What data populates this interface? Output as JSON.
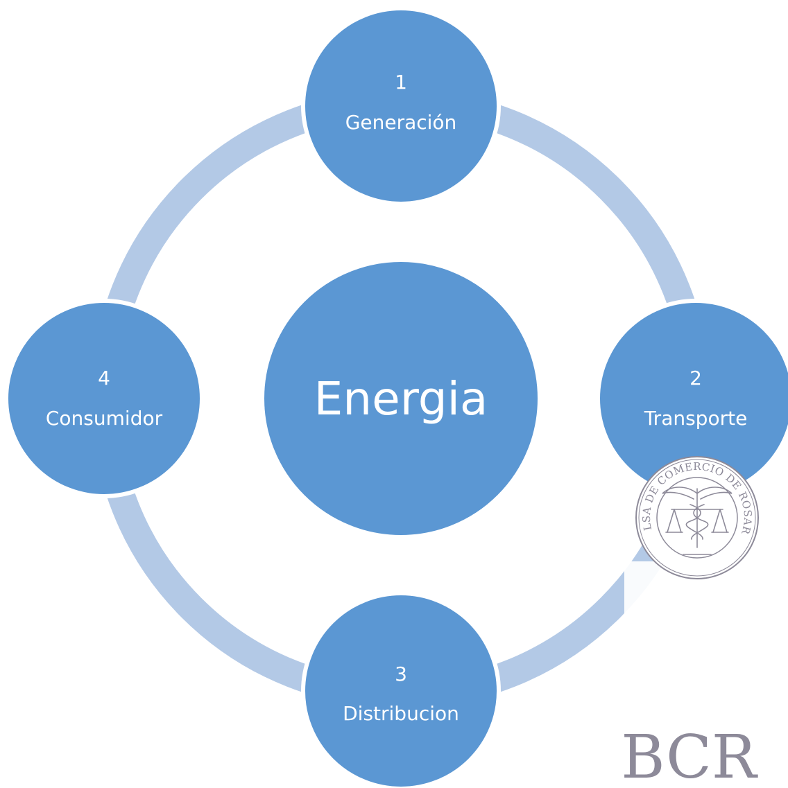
{
  "diagram": {
    "center_label": "Energia",
    "nodes": [
      {
        "number": "1",
        "label": "Generación"
      },
      {
        "number": "2",
        "label": "Transporte"
      },
      {
        "number": "3",
        "label": "Distribucion"
      },
      {
        "number": "4",
        "label": "Consumidor"
      }
    ]
  },
  "logo": {
    "seal_text": "BOLSA DE COMERCIO DE ROSARIO",
    "wordmark": "BCR"
  },
  "colors": {
    "node_fill": "#5b97d3",
    "node_stroke": "#ffffff",
    "ring": "#b3c9e6",
    "text": "#ffffff",
    "logo": "#8d8a99"
  }
}
